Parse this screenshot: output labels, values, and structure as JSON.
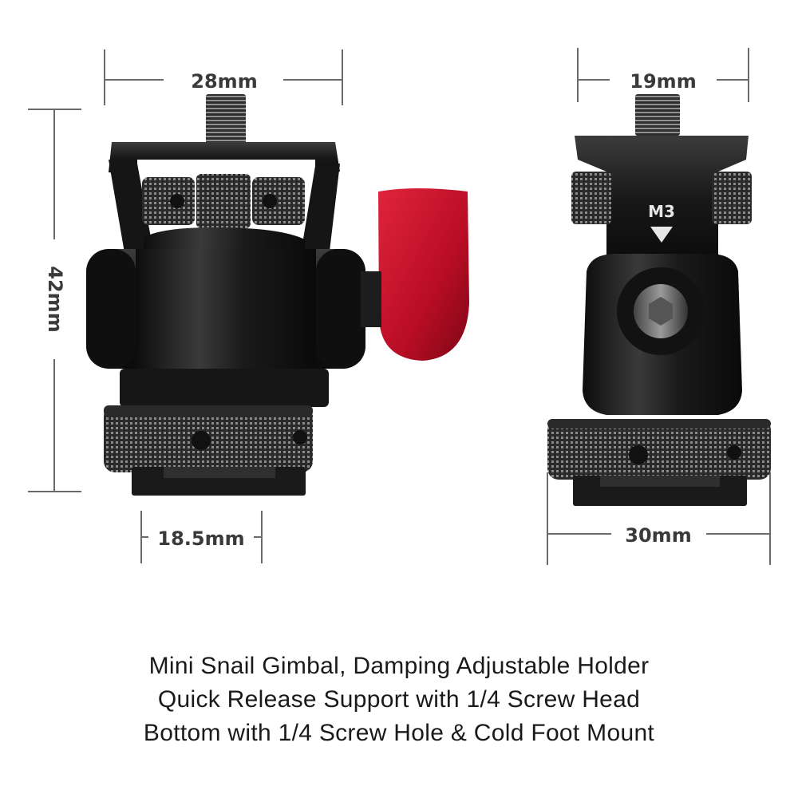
{
  "dimensions": {
    "left_width_top": "28mm",
    "left_height": "42mm",
    "left_base_width": "18.5mm",
    "right_width_top": "19mm",
    "right_base_width": "30mm"
  },
  "product_marking": "M3",
  "caption": {
    "line1": "Mini Snail Gimbal, Damping Adjustable Holder",
    "line2": "Quick Release Support with 1/4 Screw Head",
    "line3": "Bottom with 1/4 Screw Hole & Cold Foot Mount"
  },
  "colors": {
    "knob_red": "#c8102e",
    "metal_black": "#1c1c1c",
    "background": "#ffffff"
  }
}
